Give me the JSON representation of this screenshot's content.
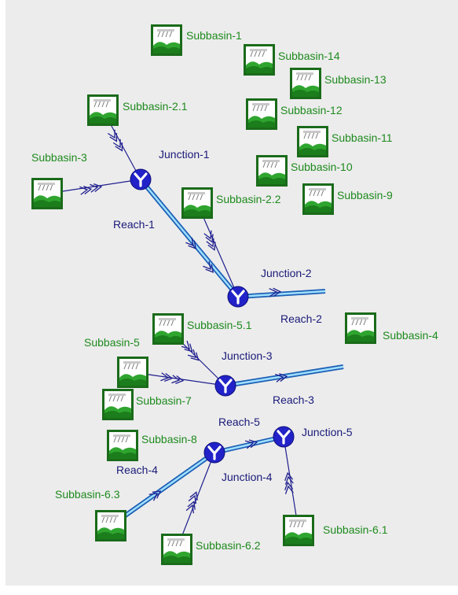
{
  "colors": {
    "background": "#ececec",
    "page": "#ffffff",
    "subbasin_text": "#1e8a1e",
    "node_text": "#1a1a7a",
    "connector": "#1f1f8f",
    "reach_outer": "#1d5fb5",
    "reach_inner": "#9fe0ff",
    "junction_fill": "#2222c8",
    "icon_frame": "#1a6b1a",
    "icon_sky": "#ffffff",
    "icon_hill": "#2fa52f"
  },
  "subbasins": [
    {
      "id": "Subbasin-1",
      "label": "Subbasin-1",
      "icon": "subbasin-icon"
    },
    {
      "id": "Subbasin-14",
      "label": "Subbasin-14",
      "icon": "subbasin-icon"
    },
    {
      "id": "Subbasin-13",
      "label": "Subbasin-13",
      "icon": "subbasin-icon"
    },
    {
      "id": "Subbasin-12",
      "label": "Subbasin-12",
      "icon": "subbasin-icon"
    },
    {
      "id": "Subbasin-11",
      "label": "Subbasin-11",
      "icon": "subbasin-icon"
    },
    {
      "id": "Subbasin-10",
      "label": "Subbasin-10",
      "icon": "subbasin-icon"
    },
    {
      "id": "Subbasin-9",
      "label": "Subbasin-9",
      "icon": "subbasin-icon"
    },
    {
      "id": "Subbasin-2.1",
      "label": "Subbasin-2.1",
      "icon": "subbasin-icon"
    },
    {
      "id": "Subbasin-3",
      "label": "Subbasin-3",
      "icon": "subbasin-icon"
    },
    {
      "id": "Subbasin-2.2",
      "label": "Subbasin-2.2",
      "icon": "subbasin-icon"
    },
    {
      "id": "Subbasin-5.1",
      "label": "Subbasin-5.1",
      "icon": "subbasin-icon"
    },
    {
      "id": "Subbasin-4",
      "label": "Subbasin-4",
      "icon": "subbasin-icon"
    },
    {
      "id": "Subbasin-5",
      "label": "Subbasin-5",
      "icon": "subbasin-icon"
    },
    {
      "id": "Subbasin-7",
      "label": "Subbasin-7",
      "icon": "subbasin-icon"
    },
    {
      "id": "Subbasin-8",
      "label": "Subbasin-8",
      "icon": "subbasin-icon"
    },
    {
      "id": "Subbasin-6.3",
      "label": "Subbasin-6.3",
      "icon": "subbasin-icon"
    },
    {
      "id": "Subbasin-6.2",
      "label": "Subbasin-6.2",
      "icon": "subbasin-icon"
    },
    {
      "id": "Subbasin-6.1",
      "label": "Subbasin-6.1",
      "icon": "subbasin-icon"
    }
  ],
  "junctions": [
    {
      "id": "Junction-1",
      "label": "Junction-1",
      "icon": "junction-icon"
    },
    {
      "id": "Junction-2",
      "label": "Junction-2",
      "icon": "junction-icon"
    },
    {
      "id": "Junction-3",
      "label": "Junction-3",
      "icon": "junction-icon"
    },
    {
      "id": "Junction-4",
      "label": "Junction-4",
      "icon": "junction-icon"
    },
    {
      "id": "Junction-5",
      "label": "Junction-5",
      "icon": "junction-icon"
    }
  ],
  "reaches": [
    {
      "id": "Reach-1",
      "label": "Reach-1",
      "from": "Junction-1",
      "to": "Junction-2"
    },
    {
      "id": "Reach-2",
      "label": "Reach-2",
      "from": "Junction-2",
      "to": "outlet"
    },
    {
      "id": "Reach-3",
      "label": "Reach-3",
      "from": "Junction-3",
      "to": "outlet"
    },
    {
      "id": "Reach-4",
      "label": "Reach-4",
      "from": "Subbasin-6.3",
      "to": "Junction-4"
    },
    {
      "id": "Reach-5",
      "label": "Reach-5",
      "from": "Junction-4",
      "to": "Junction-5"
    }
  ],
  "connections": [
    {
      "from": "Subbasin-2.1",
      "to": "Junction-1"
    },
    {
      "from": "Subbasin-3",
      "to": "Junction-1"
    },
    {
      "from": "Subbasin-2.2",
      "to": "Junction-2"
    },
    {
      "from": "Subbasin-5.1",
      "to": "Junction-3"
    },
    {
      "from": "Subbasin-5",
      "to": "Junction-3"
    },
    {
      "from": "Subbasin-6.2",
      "to": "Junction-4"
    },
    {
      "from": "Subbasin-6.1",
      "to": "Junction-5"
    }
  ]
}
